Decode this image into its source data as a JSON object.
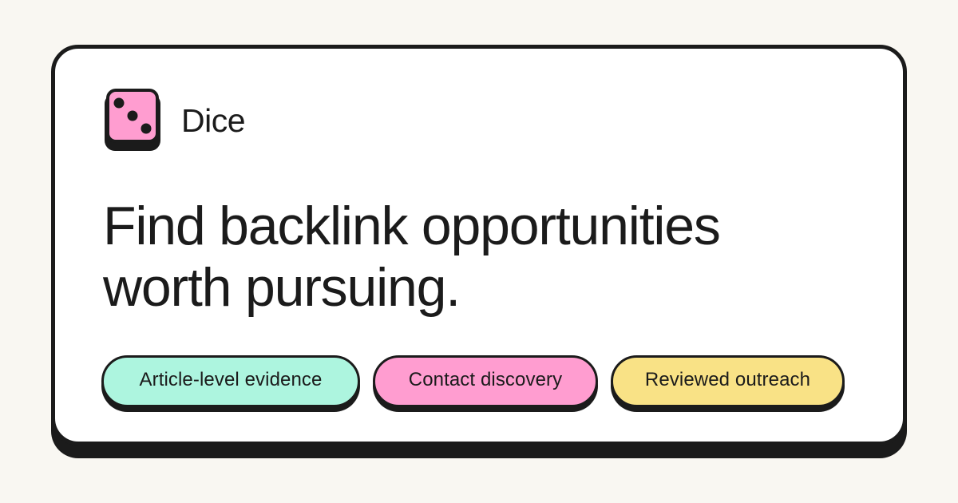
{
  "brand": {
    "name": "Dice",
    "logo_icon": "dice-three-icon",
    "logo_color": "#ff9dd0"
  },
  "headline": {
    "line1": "Find backlink opportunities",
    "line2": "worth pursuing."
  },
  "tags": [
    {
      "label": "Article-level evidence",
      "color": "#adf5df"
    },
    {
      "label": "Contact discovery",
      "color": "#ff9dd0"
    },
    {
      "label": "Reviewed outreach",
      "color": "#f9e286"
    }
  ],
  "colors": {
    "background": "#f9f7f2",
    "card": "#ffffff",
    "ink": "#1b1b1b"
  }
}
